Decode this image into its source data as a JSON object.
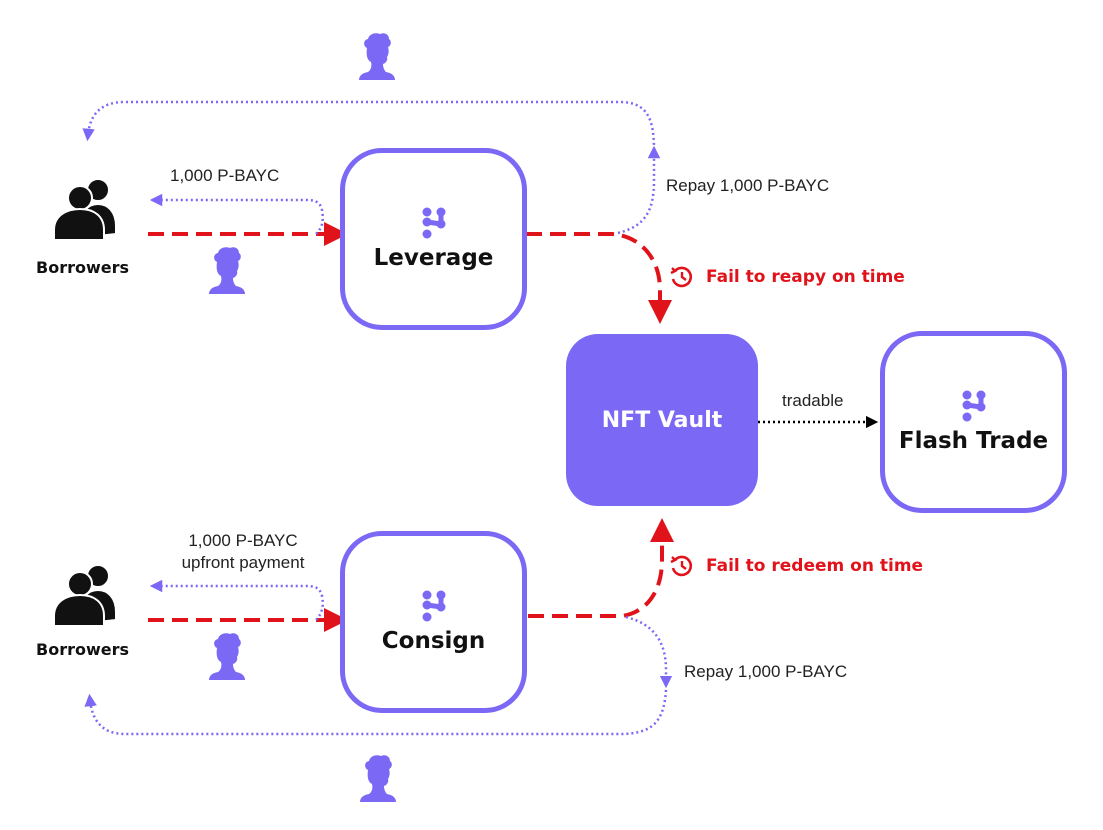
{
  "colors": {
    "accent": "#7b69f5",
    "fail_red": "#e0131b",
    "text": "#111111"
  },
  "top_flow": {
    "borrowers_label": "Borrowers",
    "borrow_amount_label": "1,000 P-BAYC",
    "box_title": "Leverage",
    "repay_label": "Repay 1,000 P-BAYC",
    "fail_label": "Fail to reapy on time"
  },
  "bottom_flow": {
    "borrowers_label": "Borrowers",
    "payment_label_line1": "1,000 P-BAYC",
    "payment_label_line2": "upfront payment",
    "box_title": "Consign",
    "repay_label": "Repay 1,000 P-BAYC",
    "fail_label": "Fail to redeem on time"
  },
  "vault": {
    "title": "NFT Vault",
    "tradable_label": "tradable"
  },
  "flash_trade": {
    "title": "Flash Trade"
  },
  "icons": {
    "users": "users-icon",
    "nft_avatar": "ape-nft-avatar-icon",
    "logo": "dots-logo-icon",
    "clock": "clock-history-icon"
  }
}
